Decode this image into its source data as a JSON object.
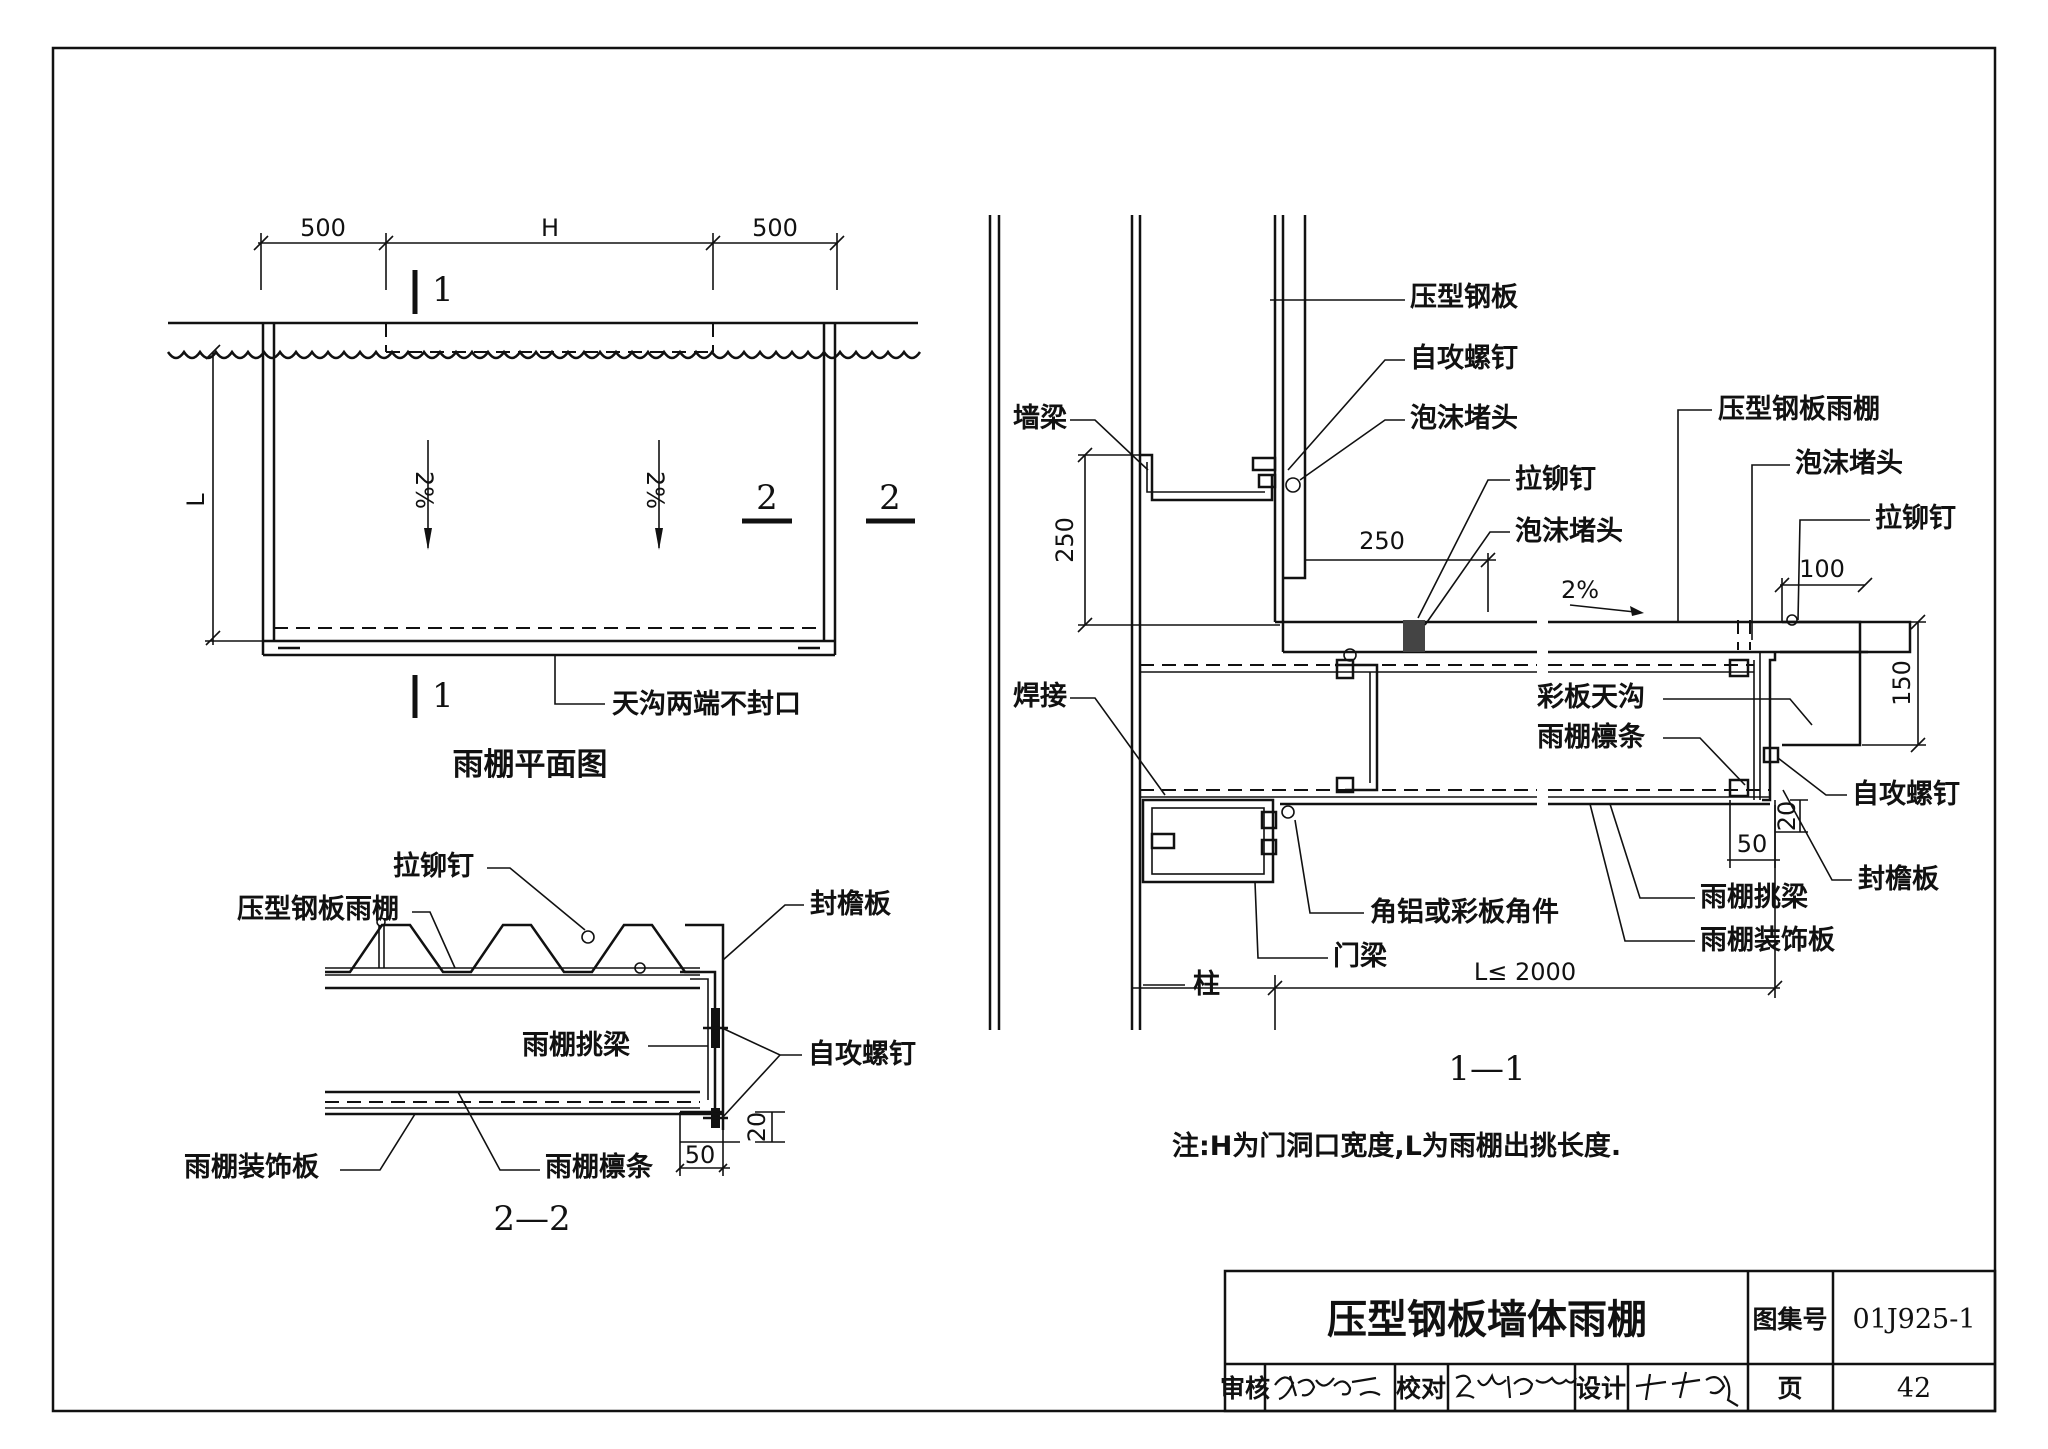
{
  "plan": {
    "title": "雨棚平面图",
    "dim_left": "500",
    "dim_mid": "H",
    "dim_right": "500",
    "dim_L": "L",
    "slope_1": "2%",
    "slope_2": "2%",
    "section_1_top": "1",
    "section_1_bottom": "1",
    "section_2_left": "2",
    "section_2_right": "2",
    "note_gutter": "天沟两端不封口"
  },
  "section_2_2": {
    "title": "2—2",
    "labels": {
      "rivet": "拉铆钉",
      "canopy_sheet": "压型钢板雨棚",
      "fascia": "封檐板",
      "cantilever_beam": "雨棚挑梁",
      "screw": "自攻螺钉",
      "decor_panel": "雨棚装饰板",
      "purlin": "雨棚檩条"
    },
    "dim_20": "20",
    "dim_50": "50"
  },
  "section_1_1": {
    "title": "1—1",
    "labels": {
      "steel_sheet": "压型钢板",
      "screw_top": "自攻螺钉",
      "foam_top": "泡沫堵头",
      "wall_beam": "墙梁",
      "canopy_sheet": "压型钢板雨棚",
      "foam_right": "泡沫堵头",
      "rivet_mid": "拉铆钉",
      "foam_mid": "泡沫堵头",
      "rivet_right": "拉铆钉",
      "weld": "焊接",
      "gutter": "彩板天沟",
      "purlin": "雨棚檩条",
      "screw_right": "自攻螺钉",
      "fascia": "封檐板",
      "cantilever_beam": "雨棚挑梁",
      "decor_panel": "雨棚装饰板",
      "angle": "角铝或彩板角件",
      "door_beam": "门梁",
      "column": "柱"
    },
    "dim_250_v": "250",
    "dim_250_h": "250",
    "dim_100": "100",
    "dim_150": "150",
    "dim_20": "20",
    "dim_50": "50",
    "dim_L": "L≤ 2000",
    "slope": "2%"
  },
  "note": "注:H为门洞口宽度,L为雨棚出挑长度.",
  "title_block": {
    "drawing_title": "压型钢板墙体雨棚",
    "atlas_label": "图集号",
    "atlas_no": "01J925-1",
    "review": "审核",
    "check": "校对",
    "design": "设计",
    "page_label": "页",
    "page_no": "42"
  }
}
